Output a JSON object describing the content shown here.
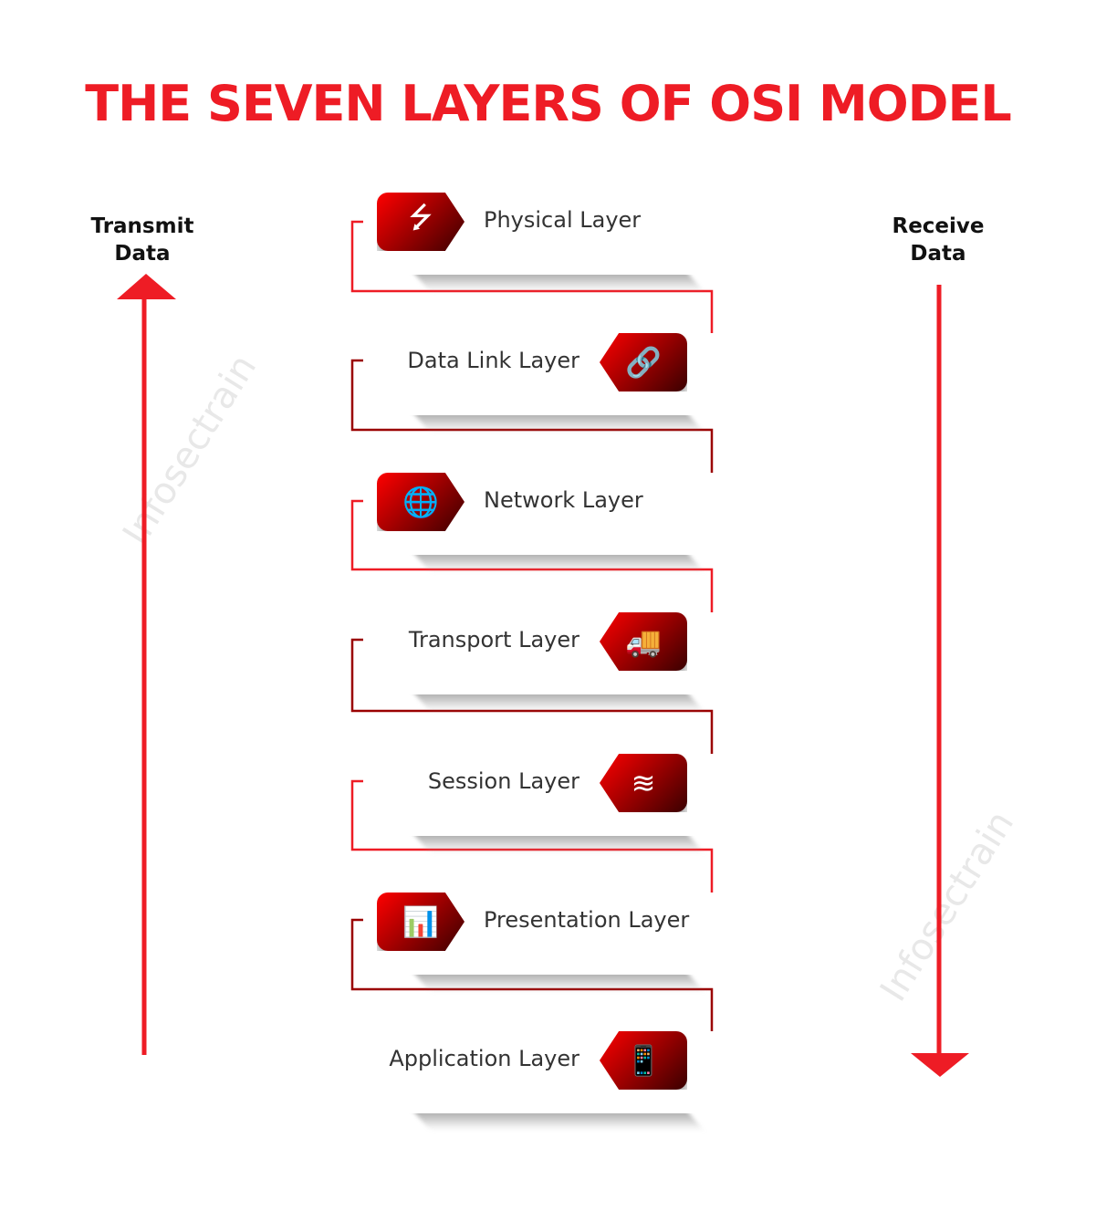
{
  "title": "THE SEVEN LAYERS OF OSI MODEL",
  "left_label": {
    "line1": "Transmit",
    "line2": "Data"
  },
  "right_label": {
    "line1": "Receive",
    "line2": "Data"
  },
  "watermark": "Infosectrain",
  "colors": {
    "accent": "#ee1c25",
    "dark": "#3a0000"
  },
  "layers": [
    {
      "label": "Physical Layer",
      "icon": "usb-icon",
      "side": "left"
    },
    {
      "label": "Data Link Layer",
      "icon": "link-icon",
      "side": "right"
    },
    {
      "label": "Network Layer",
      "icon": "globe-network-icon",
      "side": "left"
    },
    {
      "label": "Transport Layer",
      "icon": "delivery-truck-shield-icon",
      "side": "right"
    },
    {
      "label": "Session Layer",
      "icon": "layers-stack-icon",
      "side": "right"
    },
    {
      "label": "Presentation Layer",
      "icon": "presenter-board-icon",
      "side": "left"
    },
    {
      "label": "Application Layer",
      "icon": "app-devices-icon",
      "side": "right"
    }
  ]
}
